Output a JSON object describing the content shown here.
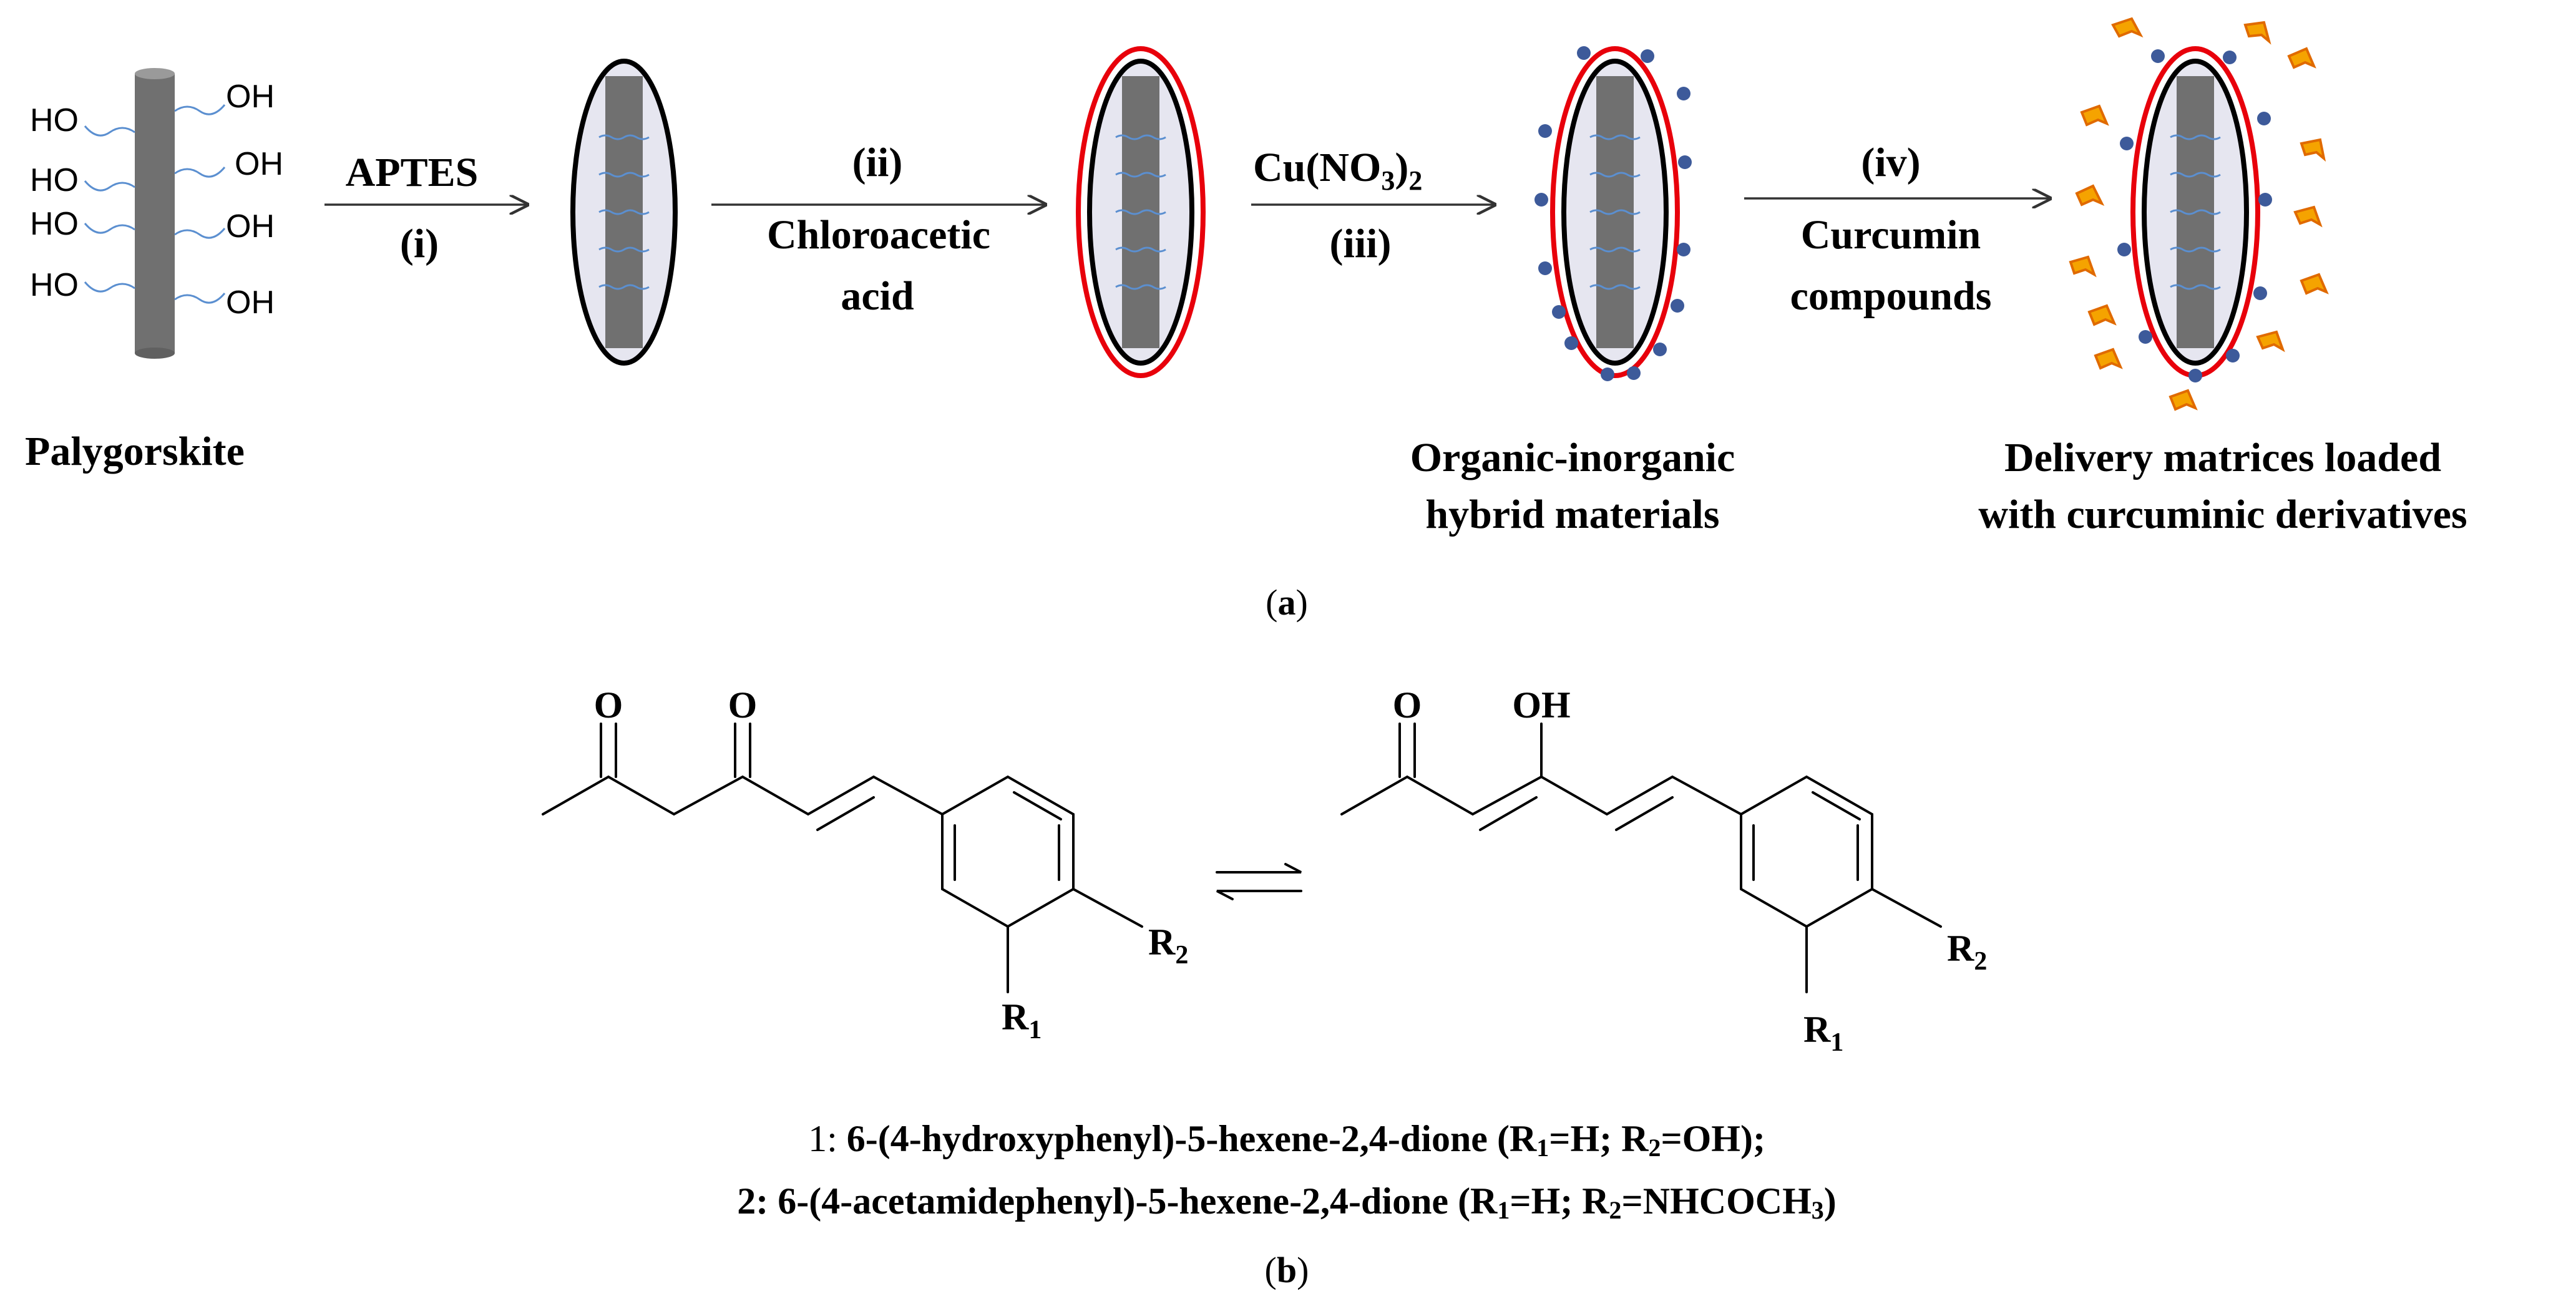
{
  "panel_a": {
    "label_prefix": "(",
    "label_letter": "a",
    "label_suffix": ")",
    "rod": {
      "oh_labels": [
        "OH",
        "OH",
        "OH",
        "OH"
      ],
      "ho_labels": [
        "HO",
        "HO",
        "HO",
        "HO"
      ],
      "caption": "Palygorskite"
    },
    "step1": {
      "top": "APTES",
      "bottom": "(i)"
    },
    "step2": {
      "top": "(ii)",
      "bottom_line1": "Chloroacetic",
      "bottom_line2": "acid"
    },
    "step3": {
      "top_main": "Cu(NO",
      "top_sub3": "3",
      "top_close": ")",
      "top_sub2": "2",
      "bottom": "(iii)"
    },
    "step4": {
      "top": "(iv)",
      "bottom_line1": "Curcumin",
      "bottom_line2": "compounds"
    },
    "hybrid_caption": {
      "line1": "Organic-inorganic",
      "line2": "hybrid materials"
    },
    "delivery_caption": {
      "line1": "Delivery matrices loaded",
      "line2": "with curcuminic derivatives"
    },
    "colors": {
      "rod": "#707070",
      "ellipse_fill": "#e6e6f0",
      "red_ring": "#e8000b",
      "dot": "#3d5a9a",
      "orange": "#f5a300",
      "squiggle": "#5b8fd0"
    }
  },
  "panel_b": {
    "label_prefix": "(",
    "label_letter": "b",
    "label_suffix": ")",
    "keto": {
      "o1": "O",
      "o2": "O",
      "r1": "R",
      "r1_sub": "1",
      "r2": "R",
      "r2_sub": "2"
    },
    "enol": {
      "o1": "O",
      "oh": "OH",
      "r1": "R",
      "r1_sub": "1",
      "r2": "R",
      "r2_sub": "2"
    },
    "compound1": {
      "num": "1:",
      "name": " 6-(4-hydroxyphenyl)-5-hexene-2,4-dione (R",
      "s1": "1",
      "mid": "=H; R",
      "s2": "2",
      "end": "=OH);"
    },
    "compound2": {
      "num": "2:",
      "name": " 6-(4-acetamidephenyl)-5-hexene-2,4-dione (R",
      "s1": "1",
      "mid": "=H; R",
      "s2": "2",
      "end": "=NHCOCH",
      "s3": "3",
      "close": ")"
    }
  }
}
